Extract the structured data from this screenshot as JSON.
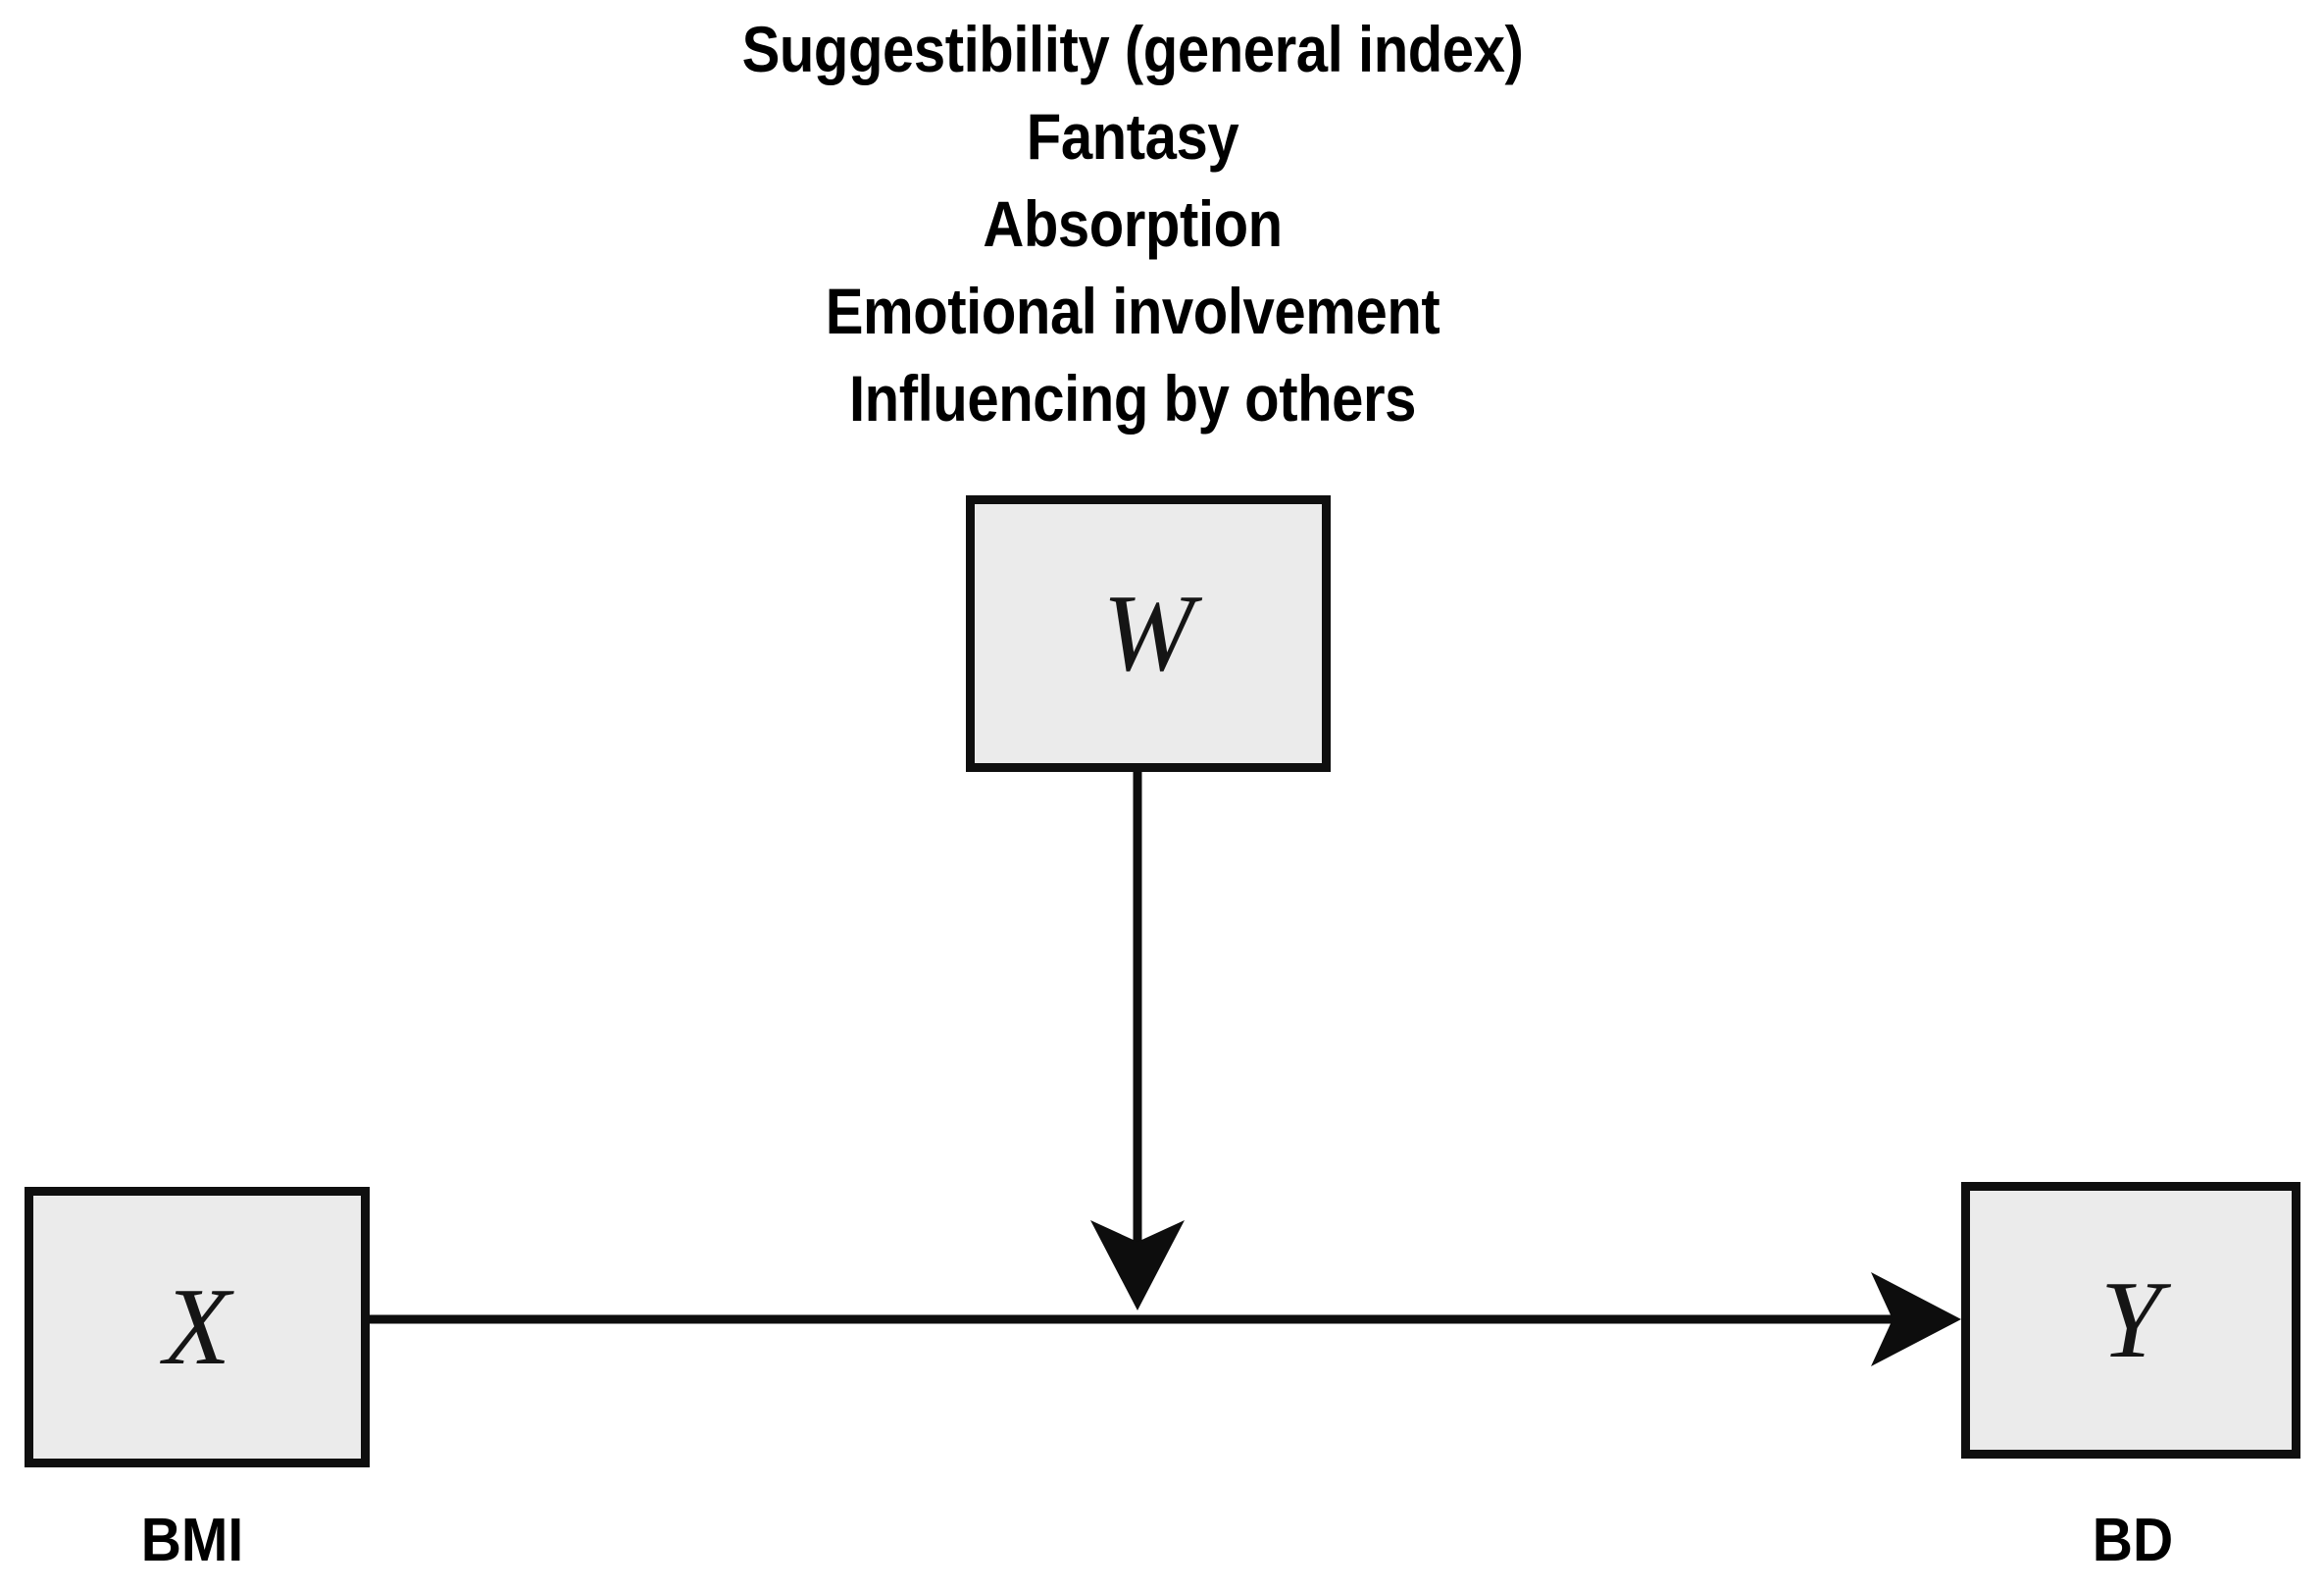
{
  "diagram": {
    "type": "moderation-model",
    "title": "",
    "moderator_lines": [
      "Suggestibility (general index)",
      "Fantasy",
      "Absorption",
      "Emotional involvement",
      "Influencing by others"
    ],
    "nodes": {
      "moderator": {
        "symbol": "W",
        "role": "moderator",
        "caption": ""
      },
      "predictor": {
        "symbol": "X",
        "role": "independent-variable",
        "caption": "BMI"
      },
      "outcome": {
        "symbol": "Y",
        "role": "dependent-variable",
        "caption": "BD"
      }
    },
    "edges": [
      {
        "from": "X",
        "to": "Y",
        "style": "solid-arrow",
        "label": ""
      },
      {
        "from": "W",
        "to": "X->Y path",
        "style": "solid-arrow",
        "label": ""
      }
    ],
    "colors": {
      "box_fill": "#ebebeb",
      "box_border": "#0f0f0f",
      "line": "#0d0d0d",
      "text": "#000000",
      "background": "#ffffff"
    }
  }
}
